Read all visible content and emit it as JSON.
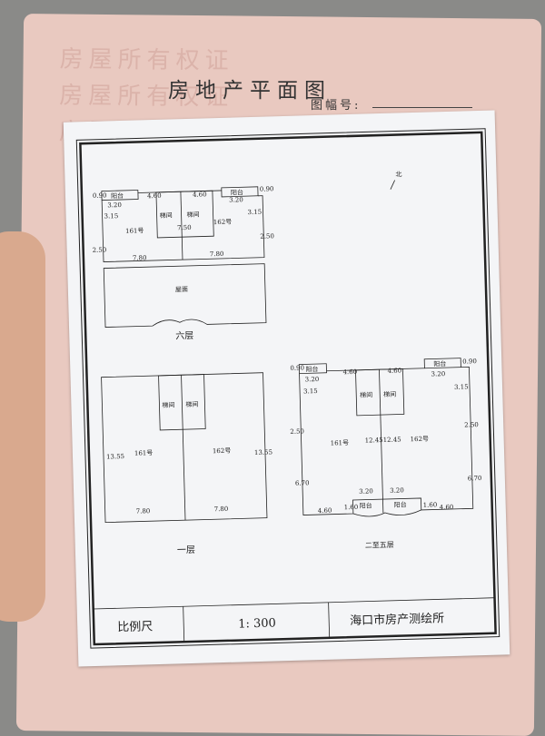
{
  "cover": {
    "title": "房地产平面图",
    "map_number_label": "图幅号:",
    "watermark": "房屋所有权证"
  },
  "plan": {
    "north": "北",
    "sixth_floor": {
      "title": "六层",
      "balcony": "阳台",
      "stair": "梯间",
      "roof": "屋面",
      "unit_left": "161号",
      "unit_right": "162号",
      "dims": [
        "0.90",
        "3.20",
        "4.60",
        "4.60",
        "3.20",
        "0.90",
        "3.15",
        "3.15",
        "7.50",
        "2.50",
        "2.50",
        "7.80",
        "7.80"
      ]
    },
    "first_floor": {
      "title": "一层",
      "stair": "梯间",
      "unit_left": "161号",
      "unit_right": "162号",
      "dims": [
        "13.55",
        "13.55",
        "7.80",
        "7.80"
      ]
    },
    "floors_2_5": {
      "title": "二至五层",
      "balcony": "阳台",
      "stair": "梯间",
      "unit_left": "161号",
      "unit_right": "162号",
      "dims": [
        "0.90",
        "3.20",
        "4.60",
        "4.60",
        "3.20",
        "0.90",
        "3.15",
        "3.15",
        "2.50",
        "2.50",
        "12.45",
        "12.45",
        "6.70",
        "6.70",
        "3.20",
        "3.20",
        "1.60",
        "1.60",
        "4.60",
        "4.60"
      ]
    }
  },
  "footer": {
    "scale_label": "比例尺",
    "scale_value": "1: 300",
    "surveyor": "海口市房产测绘所"
  }
}
